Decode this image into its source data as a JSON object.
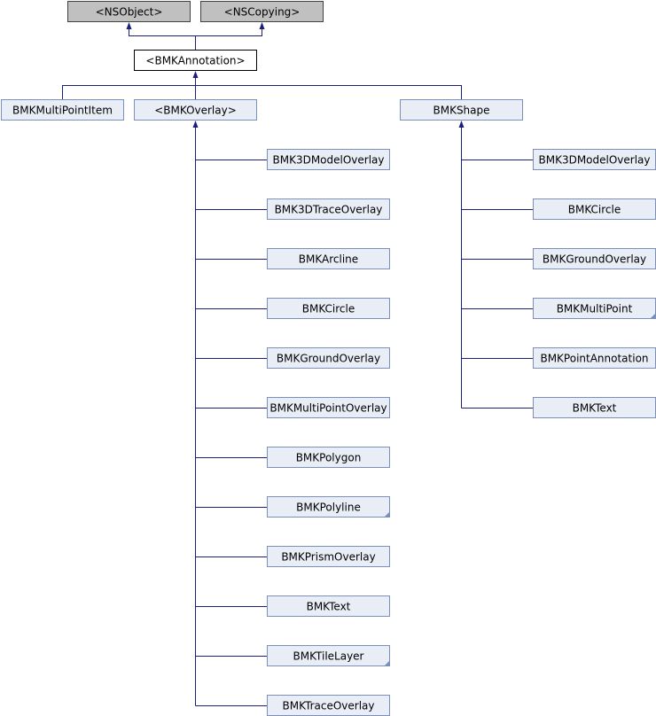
{
  "diagram": {
    "type": "class-inheritance",
    "nodes": {
      "nsobject": {
        "label": "<NSObject>",
        "style": "gray"
      },
      "nscopying": {
        "label": "<NSCopying>",
        "style": "gray"
      },
      "annotation": {
        "label": "<BMKAnnotation>",
        "style": "plain"
      },
      "multipointitem": {
        "label": "BMKMultiPointItem",
        "style": "class"
      },
      "overlay": {
        "label": "<BMKOverlay>",
        "style": "class"
      },
      "shape": {
        "label": "BMKShape",
        "style": "class"
      }
    },
    "overlay_children": [
      {
        "label": "BMK3DModelOverlay",
        "more": false
      },
      {
        "label": "BMK3DTraceOverlay",
        "more": false
      },
      {
        "label": "BMKArcline",
        "more": false
      },
      {
        "label": "BMKCircle",
        "more": false
      },
      {
        "label": "BMKGroundOverlay",
        "more": false
      },
      {
        "label": "BMKMultiPointOverlay",
        "more": false
      },
      {
        "label": "BMKPolygon",
        "more": false
      },
      {
        "label": "BMKPolyline",
        "more": true
      },
      {
        "label": "BMKPrismOverlay",
        "more": false
      },
      {
        "label": "BMKText",
        "more": false
      },
      {
        "label": "BMKTileLayer",
        "more": true
      },
      {
        "label": "BMKTraceOverlay",
        "more": false
      }
    ],
    "shape_children": [
      {
        "label": "BMK3DModelOverlay",
        "more": false
      },
      {
        "label": "BMKCircle",
        "more": false
      },
      {
        "label": "BMKGroundOverlay",
        "more": false
      },
      {
        "label": "BMKMultiPoint",
        "more": true
      },
      {
        "label": "BMKPointAnnotation",
        "more": false
      },
      {
        "label": "BMKText",
        "more": false
      }
    ],
    "colors": {
      "edge": "#1b1f7a",
      "class_fill": "#e8edf6",
      "class_border": "#7a8fbe",
      "protocol_fill": "#c0c0c0"
    }
  }
}
